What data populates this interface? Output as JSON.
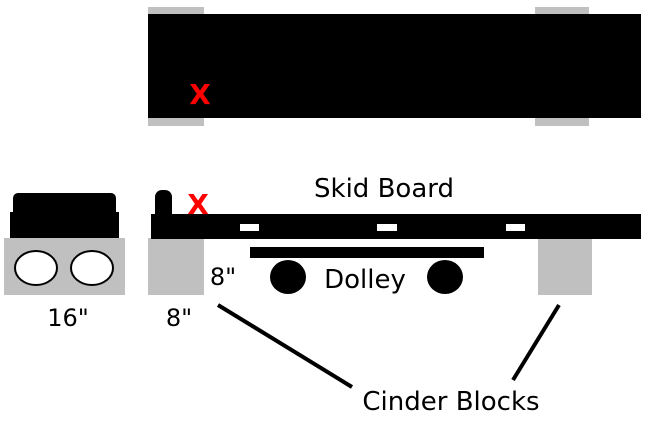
{
  "diagram": {
    "labels": {
      "skid_board": "Skid Board",
      "dolley": "Dolley",
      "cinder_blocks": "Cinder Blocks",
      "dim_block_left": "8\"",
      "dim_block_right": "8\"",
      "dim_cooler": "16\""
    },
    "marks": {
      "top_x": "X",
      "side_x": "X"
    },
    "colors": {
      "block": "#c0c0c0",
      "board": "#000000",
      "mark": "#ff0000",
      "background": "#ffffff"
    }
  }
}
